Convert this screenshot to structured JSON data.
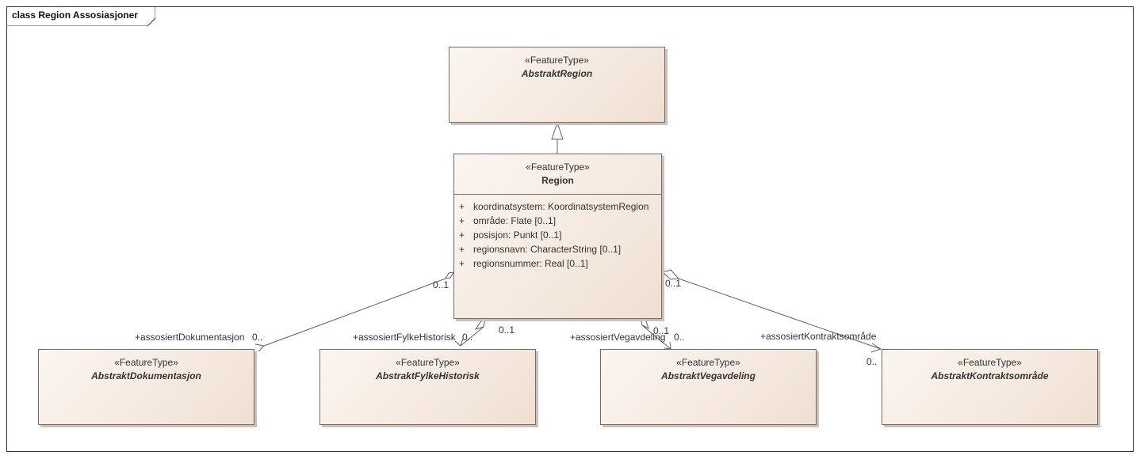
{
  "diagram": {
    "frame_title": "class Region Assosiasjoner",
    "classes": {
      "abstrakt_region": {
        "stereotype": "«FeatureType»",
        "name": "AbstraktRegion"
      },
      "region": {
        "stereotype": "«FeatureType»",
        "name": "Region",
        "attributes": [
          {
            "vis": "+",
            "text": "koordinatsystem: KoordinatsystemRegion"
          },
          {
            "vis": "+",
            "text": "område: Flate [0..1]"
          },
          {
            "vis": "+",
            "text": "posisjon: Punkt [0..1]"
          },
          {
            "vis": "+",
            "text": "regionsnavn: CharacterString [0..1]"
          },
          {
            "vis": "+",
            "text": "regionsnummer: Real [0..1]"
          }
        ]
      },
      "dokumentasjon": {
        "stereotype": "«FeatureType»",
        "name": "AbstraktDokumentasjon"
      },
      "fylkehistorisk": {
        "stereotype": "«FeatureType»",
        "name": "AbstraktFylkeHistorisk"
      },
      "vegavdeling": {
        "stereotype": "«FeatureType»",
        "name": "AbstraktVegavdeling"
      },
      "kontraktsomrade": {
        "stereotype": "«FeatureType»",
        "name": "AbstraktKontraktsområde"
      }
    },
    "labels": {
      "dok_role": "+assosiertDokumentasjon",
      "dok_mult_target": "0..",
      "dok_mult_source": "0..1",
      "fylke_role": "+assosiertFylkeHistorisk",
      "fylke_mult_target": "0..",
      "fylke_mult_source": "0..1",
      "veg_role": "+assosiertVegavdeling",
      "veg_mult_target": "0..",
      "veg_mult_source": "0..1",
      "kontr_role": "+assosiertKontraktsområde",
      "kontr_mult_target": "0..",
      "kontr_mult_source": "0..1"
    },
    "colors": {
      "line": "#5a5f78",
      "border": "#7a6a62"
    }
  }
}
